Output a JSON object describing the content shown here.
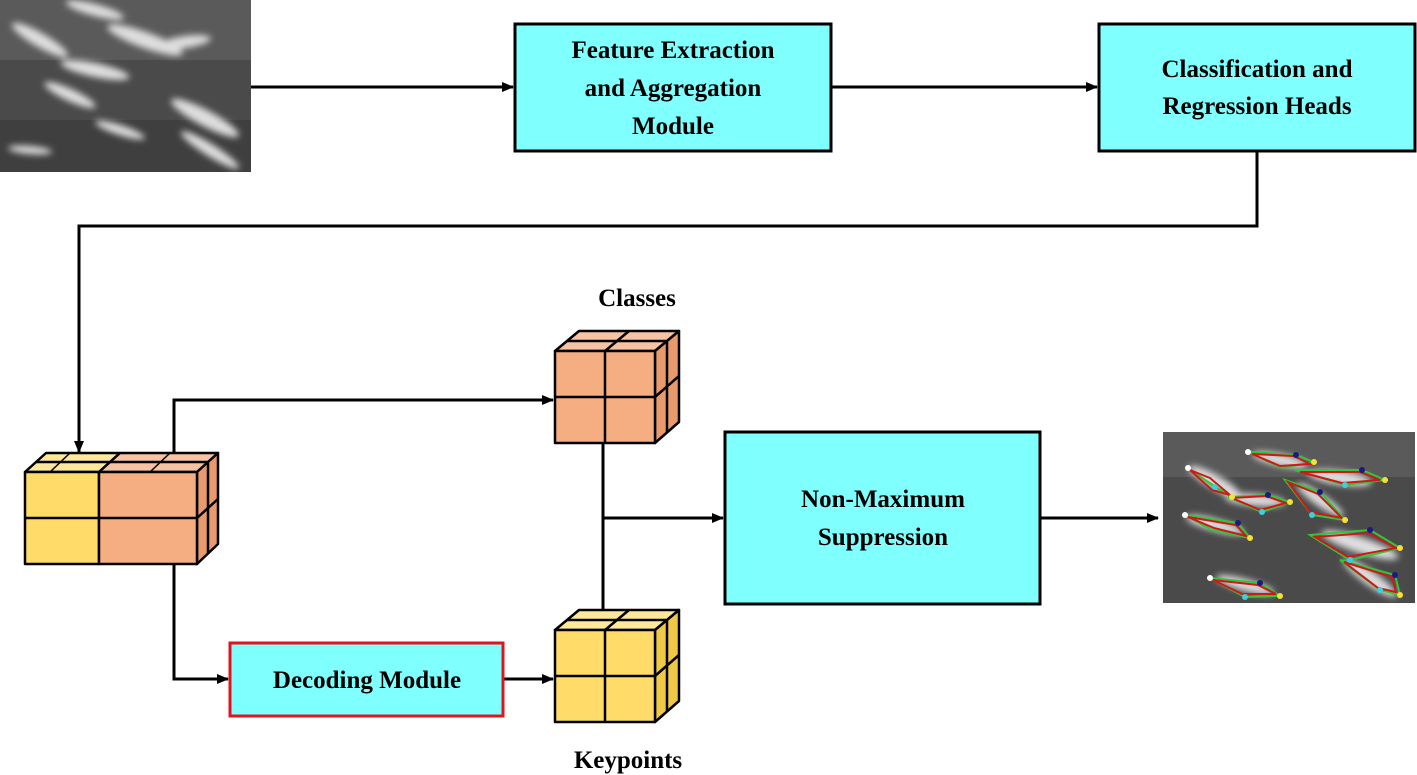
{
  "nodes": {
    "feature_module": {
      "lines": [
        "Feature Extraction",
        "and Aggregation",
        "Module"
      ]
    },
    "heads": {
      "lines": [
        "Classification and",
        "Regression Heads"
      ]
    },
    "nms": {
      "lines": [
        "Non-Maximum",
        "Suppression"
      ]
    },
    "decoding": {
      "lines": [
        "Decoding Module"
      ]
    }
  },
  "labels": {
    "classes": "Classes",
    "keypoints": "Keypoints"
  },
  "colors": {
    "box_fill": "#80ffff",
    "box_stroke": "#000000",
    "decoding_stroke": "#e0141e",
    "orange_front": "#f5ad82",
    "orange_top": "#f8c3a2",
    "orange_side": "#e99a6c",
    "yellow_front": "#ffdc6a",
    "yellow_top": "#ffe89a",
    "yellow_side": "#f0c848",
    "photo_bg": "#4a4a4a",
    "fish": "#e6e6e6",
    "keypoint_line_green": "#2ec83a",
    "keypoint_line_red": "#d01818"
  },
  "images": {
    "input": "input-fish-photo",
    "output": "output-fish-keypoints-photo"
  }
}
